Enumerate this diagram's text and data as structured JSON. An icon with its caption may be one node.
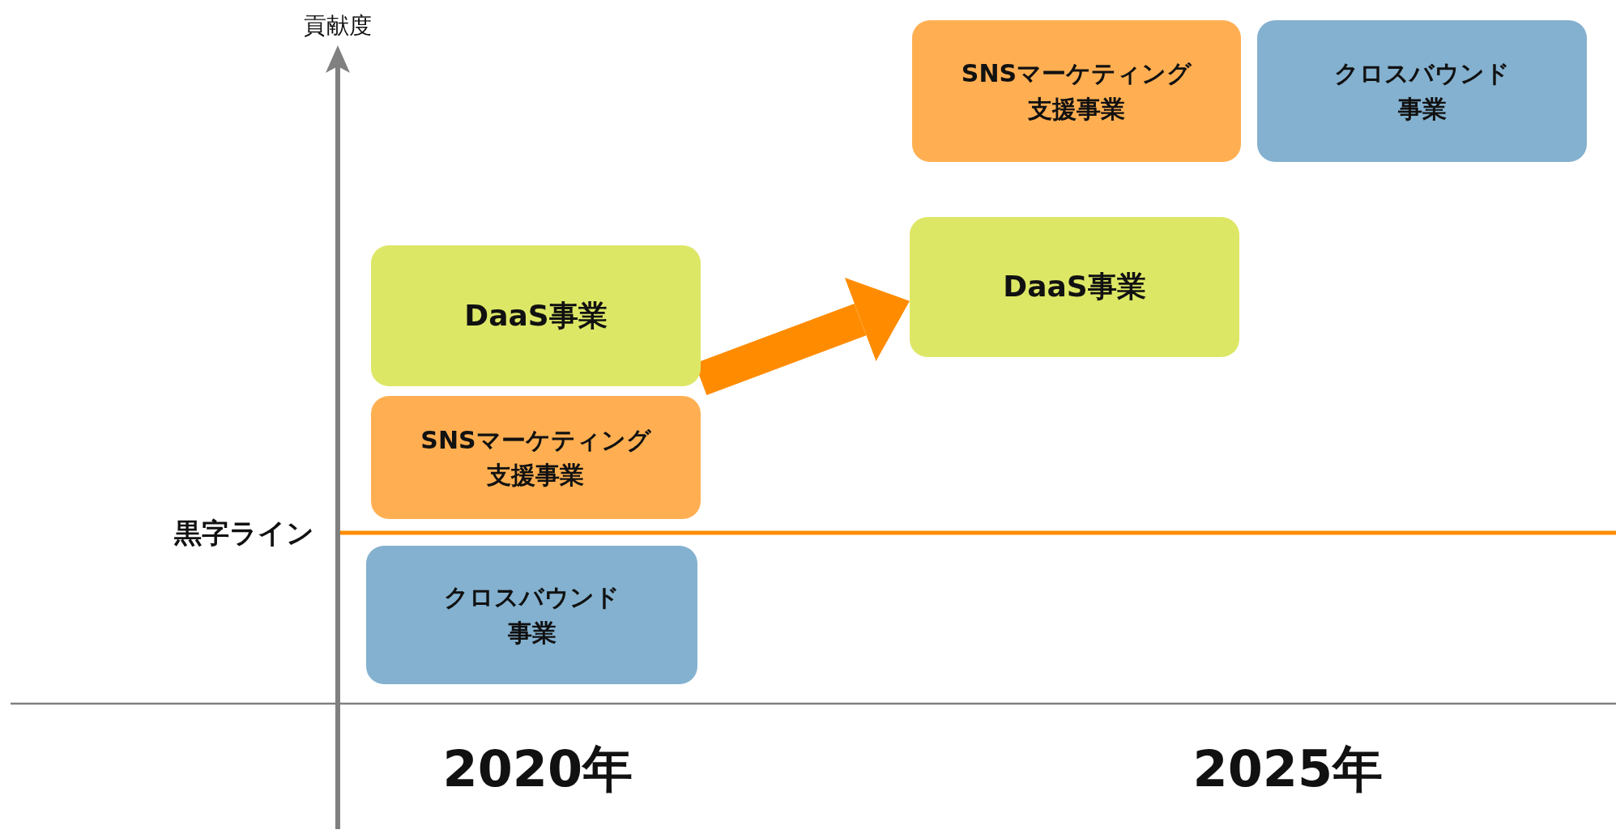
{
  "diagram": {
    "nodes": [
      {
        "text": [
          "DaaS事業"
        ]
      },
      {
        "text": [
          "SNSマーケティング支援事業"
        ]
      },
      {
        "text": [
          "クロスバウンド事業"
        ]
      },
      {
        "text": [
          "SNSマーケティング支援事業"
        ]
      },
      {
        "text": [
          "クロスバウンド事業"
        ]
      },
      {
        "text": [
          "DaaS事業"
        ]
      }
    ],
    "edges": [
      {
        "from": 0,
        "to": 5,
        "arrow": "to"
      }
    ],
    "labels": [
      "貢献度",
      "黒字ライン",
      "2020年",
      "2025年"
    ]
  }
}
